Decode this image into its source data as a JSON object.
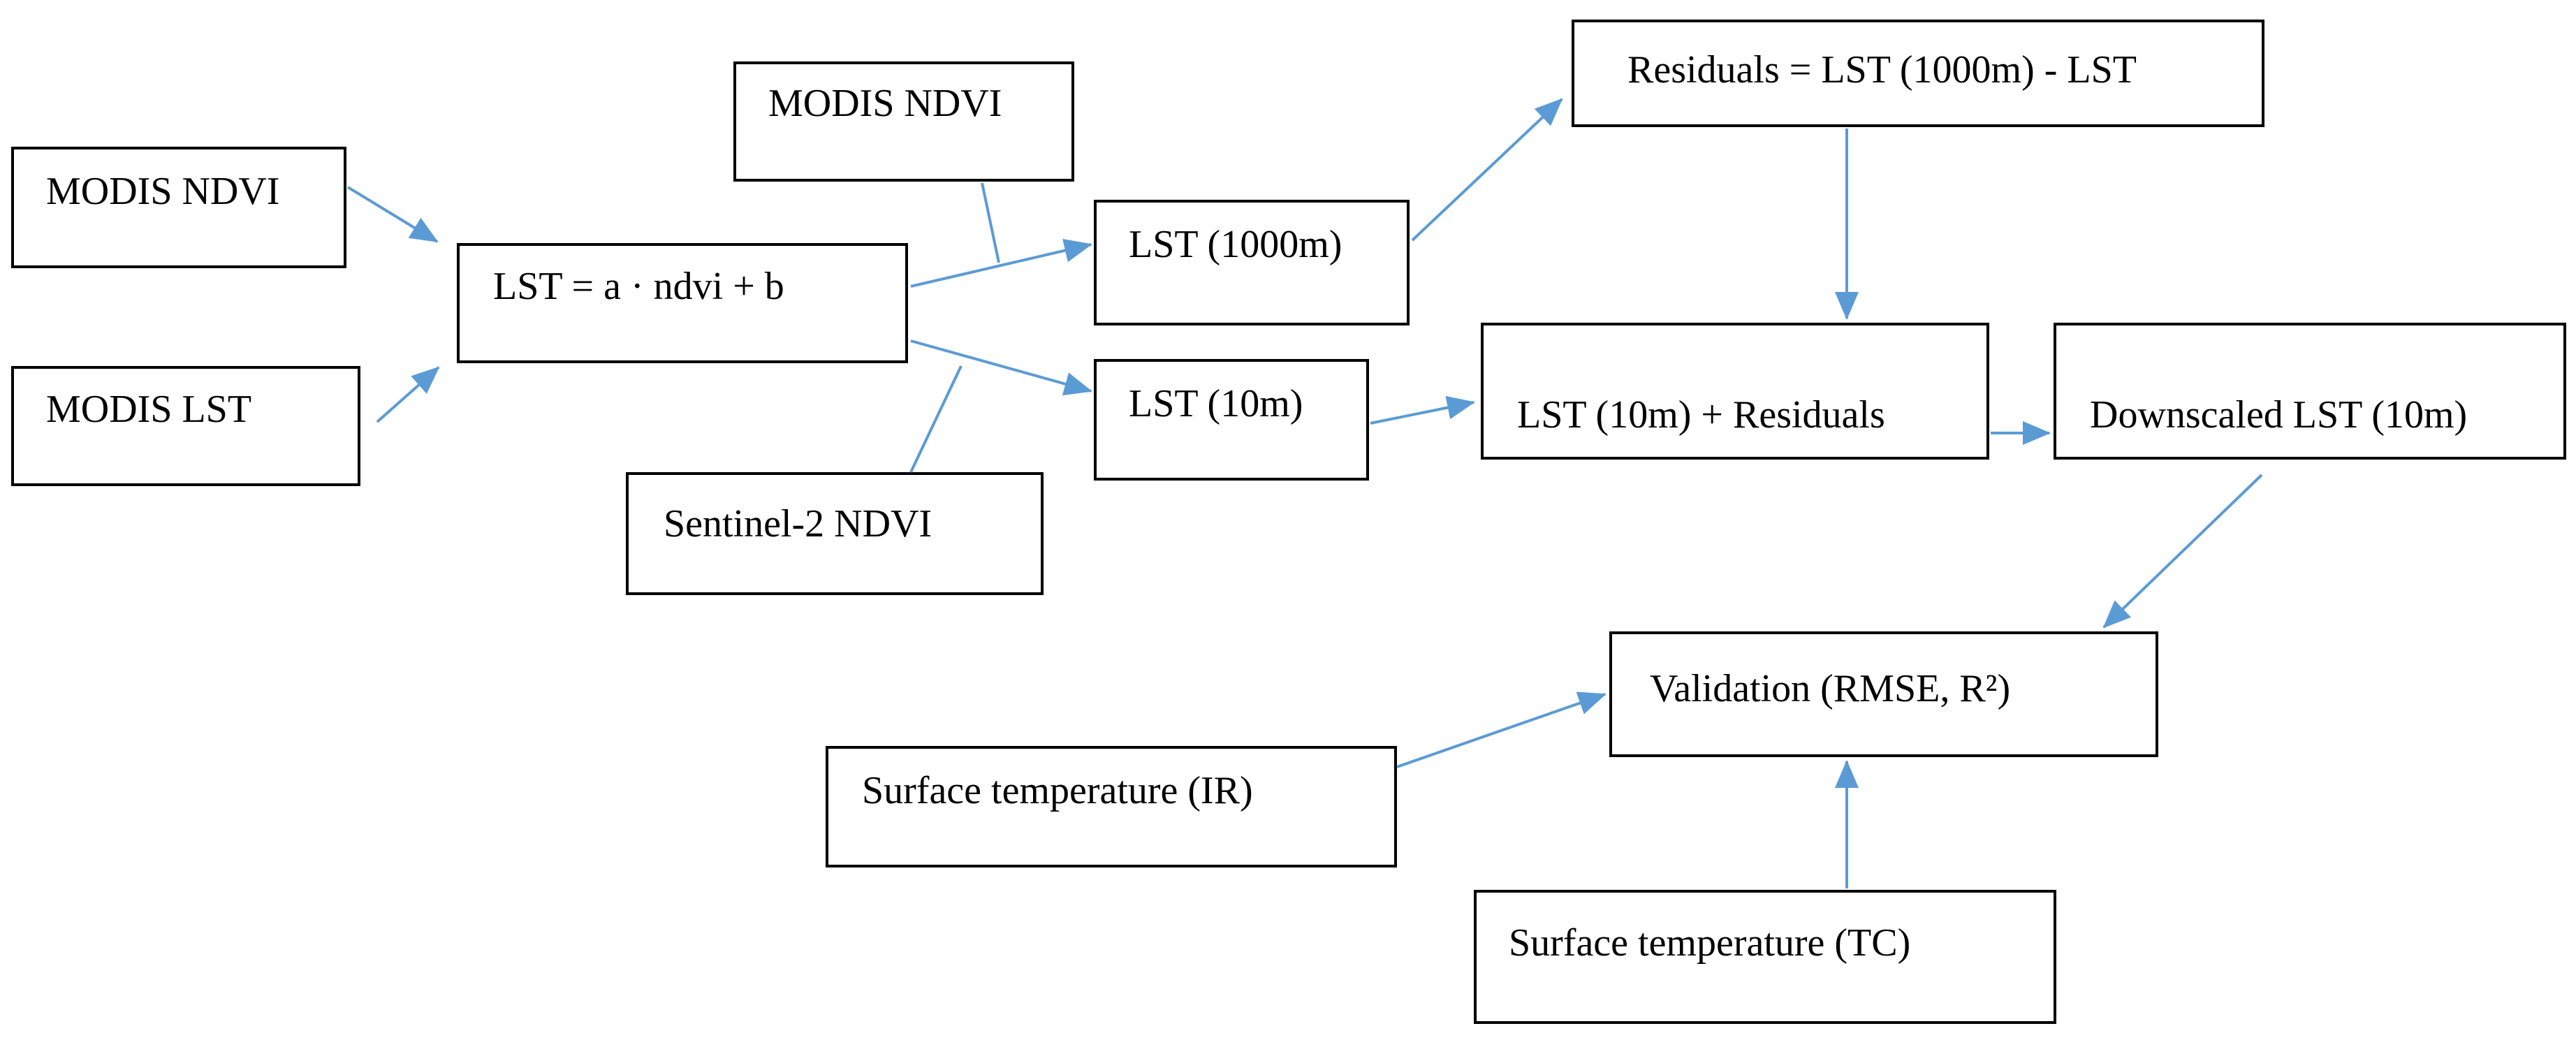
{
  "colors": {
    "box_stroke": "#000000",
    "arrow": "#5b9bd5",
    "text": "#000000",
    "background": "#ffffff"
  },
  "nodes": {
    "modis_ndvi_left": "MODIS NDVI",
    "modis_lst": "MODIS LST",
    "regression": "LST = a · ndvi + b",
    "modis_ndvi_top": "MODIS NDVI",
    "sentinel_ndvi": "Sentinel-2 NDVI",
    "lst_1000m": "LST (1000m)",
    "lst_10m": "LST (10m)",
    "residuals": "Residuals = LST (1000m) - LST",
    "lst_plus_residuals": "LST (10m) + Residuals",
    "downscaled_lst": "Downscaled LST (10m)",
    "validation": "Validation (RMSE, R²)",
    "surface_temp_ir": "Surface temperature (IR)",
    "surface_temp_tc": "Surface temperature (TC)"
  }
}
